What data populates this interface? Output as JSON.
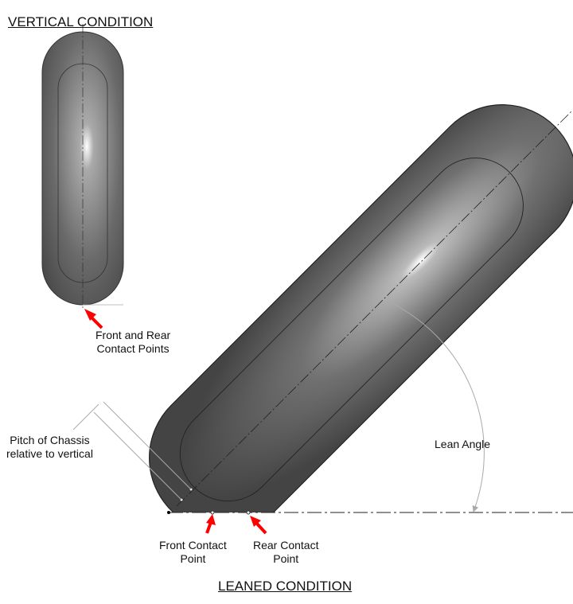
{
  "titles": {
    "vertical": "VERTICAL CONDITION",
    "leaned": "LEANED CONDITION"
  },
  "labels": {
    "front_and_rear": [
      "Front and Rear",
      "Contact Points"
    ],
    "pitch": [
      "Pitch of Chassis",
      "relative to vertical"
    ],
    "lean_angle": "Lean Angle",
    "front_contact": [
      "Front Contact",
      "Point"
    ],
    "rear_contact": [
      "Rear Contact",
      "Point"
    ]
  },
  "colors": {
    "arrow": "#ff0000",
    "tire": "#555555"
  }
}
